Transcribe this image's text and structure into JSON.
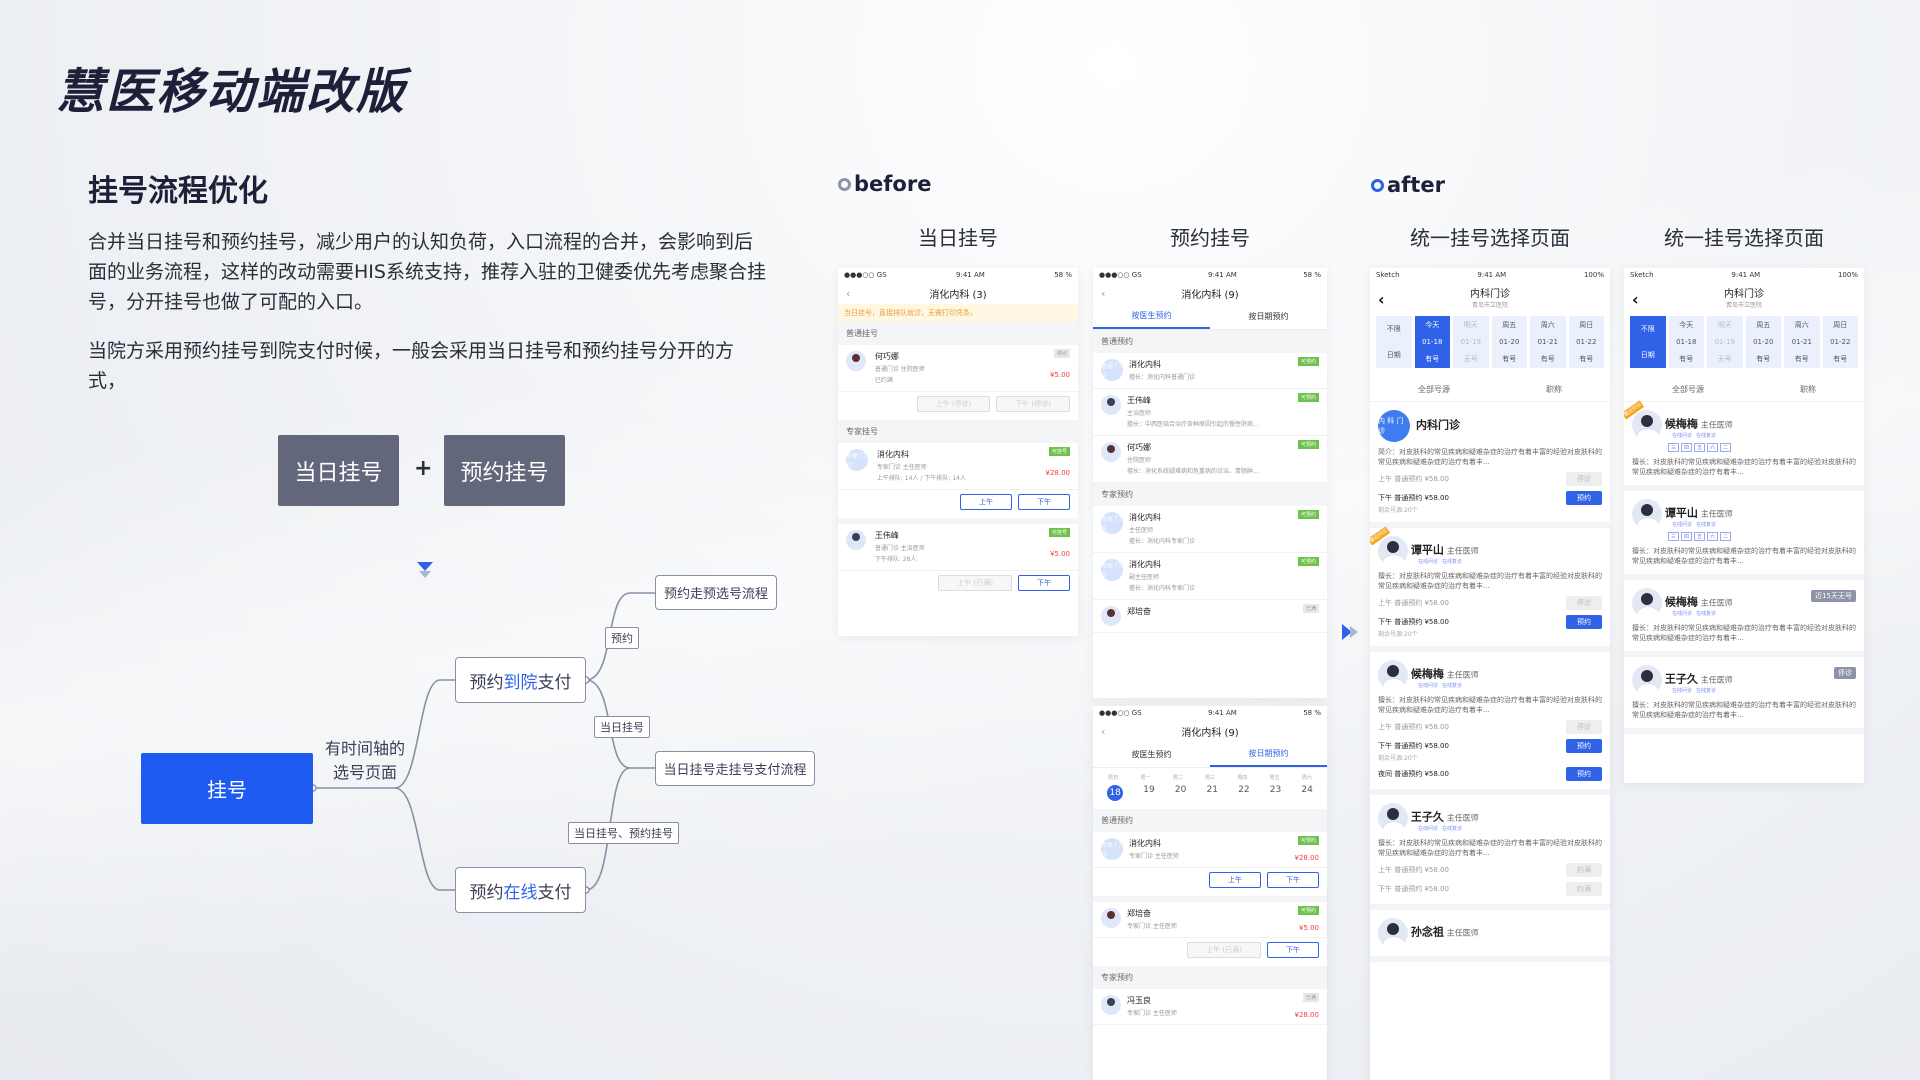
{
  "page": {
    "title": "慧医移动端改版",
    "section_title": "挂号流程优化",
    "para1": "合并当日挂号和预约挂号，减少用户的认知负荷，入口流程的合并，会影响到后面的业务流程，这样的改动需要HIS系统支持，推荐入驻的卫健委优先考虑聚合挂号，分开挂号也做了可配的入口。",
    "para2": "当院方采用预约挂号到院支付时候，一般会采用当日挂号和预约挂号分开的方式，"
  },
  "diagram": {
    "box_today": "当日挂号",
    "plus": "+",
    "box_appoint": "预约挂号",
    "root": "挂号",
    "timeline_label": "有时间轴的选号页面",
    "node_hospital_pre": "预约",
    "node_hospital_hl": "到院",
    "node_hospital_post": "支付",
    "node_online_pre": "预约",
    "node_online_hl": "在线",
    "node_online_post": "支付",
    "end_pre": "预约走预选号流程",
    "end_today": "当日挂号走挂号支付流程",
    "tag_appoint": "预约",
    "tag_today": "当日挂号",
    "tag_both": "当日挂号、预约挂号"
  },
  "before": {
    "label": "before",
    "col1": "当日挂号",
    "col2": "预约挂号"
  },
  "after": {
    "label": "after",
    "col1": "统一挂号选择页面",
    "col2": "统一挂号选择页面"
  },
  "phone1": {
    "time": "9:41 AM",
    "carrier": "●●●○○ GS",
    "battery": "58 %",
    "title": "消化内科 (3)",
    "warning": "当日挂号，直接排队就诊，无需打印凭条。",
    "sec1": "普通挂号",
    "sec2": "专家挂号",
    "r1": {
      "name": "何巧娜",
      "sub": "普通门诊 住院医师",
      "sub2": "已约满",
      "price": "¥5.00",
      "tag": "停诊",
      "b1": "上午 (停诊)",
      "b2": "下午 (停诊)"
    },
    "r2": {
      "name": "消化内科",
      "sub": "专家门诊 主任医师",
      "sub2": "上午排队: 14人 / 下午排队: 14人",
      "price": "¥28.00",
      "tag": "可挂号",
      "b1": "上午",
      "b2": "下午",
      "av": "专家 门诊"
    },
    "r3": {
      "name": "王伟峰",
      "sub": "普通门诊 主治医师",
      "sub2": "下午排队: 28人",
      "price": "¥5.00",
      "tag": "可挂号",
      "b1": "上午 (已满)",
      "b2": "下午"
    }
  },
  "phone2": {
    "time": "9:41 AM",
    "carrier": "●●●○○ GS",
    "battery": "58 %",
    "title": "消化内科 (9)",
    "tab1": "按医生预约",
    "tab2": "按日期预约",
    "sec1": "普通预约",
    "sec2": "专家预约",
    "rows": [
      {
        "name": "消化内科",
        "sub": "擅长：消化内科普通门诊",
        "tag": "可预约",
        "av": "普通 门诊"
      },
      {
        "name": "王伟峰",
        "sub": "主治医师",
        "sub2": "擅长：中西医结合治疗各种原因引起的慢性肝病...",
        "tag": "可预约"
      },
      {
        "name": "何巧娜",
        "sub": "住院医师",
        "sub2": "擅长：消化系统疑难病和危重病的诊治、胃肠肿...",
        "tag": "可预约"
      }
    ],
    "rows2": [
      {
        "name": "消化内科",
        "sub": "主任医师",
        "sub2": "擅长：消化内科专家门诊",
        "tag": "可预约",
        "av": "专家 门诊"
      },
      {
        "name": "消化内科",
        "sub": "副主任医师",
        "sub2": "擅长：消化内科专家门诊",
        "tag": "可预约",
        "av": "专家 门诊"
      },
      {
        "name": "郑培奋",
        "tag": "已满"
      }
    ]
  },
  "phone3": {
    "time": "9:41 AM",
    "carrier": "●●●○○ GS",
    "battery": "58 %",
    "title": "消化内科 (9)",
    "tab1": "按医生预约",
    "tab2": "按日期预约",
    "weekdays": [
      "周日",
      "周一",
      "周二",
      "周三",
      "周四",
      "周五",
      "周六"
    ],
    "days": [
      "18",
      "19",
      "20",
      "21",
      "22",
      "23",
      "24"
    ],
    "sec1": "普通预约",
    "sec2": "专家预约",
    "r1": {
      "name": "消化内科",
      "sub": "专家门诊 主任医师",
      "price": "¥28.00",
      "tag": "可预约",
      "b1": "上午",
      "b2": "下午",
      "av": "专家 门诊"
    },
    "r2": {
      "name": "郑培奋",
      "sub": "专家门诊 主任医师",
      "price": "¥5.00",
      "tag": "可预约",
      "b1": "上午 (已满)",
      "b2": "下午"
    },
    "r3": {
      "name": "冯玉良",
      "sub": "专家门诊 主任医师",
      "price": "¥28.00",
      "tag": "已满"
    }
  },
  "phone4": {
    "time": "9:41 AM",
    "carrier": "Sketch",
    "battery": "100%",
    "title": "内科门诊",
    "subtitle": "青岛市立医院",
    "dates": [
      {
        "a": "不限",
        "b": "日期"
      },
      {
        "a": "今天",
        "b": "01-18",
        "c": "有号"
      },
      {
        "a": "明天",
        "b": "01-19",
        "c": "无号"
      },
      {
        "a": "周五",
        "b": "01-20",
        "c": "有号"
      },
      {
        "a": "周六",
        "b": "01-21",
        "c": "有号"
      },
      {
        "a": "周日",
        "b": "01-22",
        "c": "有号"
      }
    ],
    "f1": "全部号源",
    "f2": "职称",
    "dept": {
      "name": "内科门诊",
      "av": "内 科 门 诊",
      "desc": "简介：对皮肤科的常见疾病和疑难杂症的治疗有着丰富的经验对皮肤科的常见疾病和疑难杂症的治疗有着丰...",
      "s1": "上午  普通预约   ¥58.00",
      "s1b": "停诊",
      "s2": "下午  普通预约   ¥58.00",
      "s2b": "预约",
      "remain": "剩余号源:20个"
    },
    "docs": [
      {
        "name": "谭平山",
        "title": "主任医师",
        "m1": "在线问诊",
        "m2": "在线复诊",
        "ribbon": "最近问诊",
        "desc": "擅长：对皮肤科的常见疾病和疑难杂症的治疗有着丰富的经验对皮肤科的常见疾病和疑难杂症的治疗有着丰...",
        "s1": "上午  普通预约   ¥58.00",
        "s1b": "停诊",
        "s2": "下午  普通预约   ¥58.00",
        "s2b": "预约",
        "remain": "剩余号源:20个"
      },
      {
        "name": "候梅梅",
        "title": "主任医师",
        "m1": "在线问诊",
        "m2": "在线复诊",
        "desc": "擅长：对皮肤科的常见疾病和疑难杂症的治疗有着丰富的经验对皮肤科的常见疾病和疑难杂症的治疗有着丰...",
        "s1": "上午  普通预约   ¥58.00",
        "s1b": "停诊",
        "s2": "下午  普通预约   ¥58.00",
        "s2b": "预约",
        "s3": "夜间  普通预约   ¥58.00",
        "s3b": "预约",
        "remain": "剩余号源:20个"
      },
      {
        "name": "王子久",
        "title": "主任医师",
        "m1": "在线问诊",
        "m2": "在线复诊",
        "desc": "擅长：对皮肤科的常见疾病和疑难杂症的治疗有着丰富的经验对皮肤科的常见疾病和疑难杂症的治疗有着丰...",
        "s1": "上午  普通预约   ¥58.00",
        "s1b": "约满",
        "s2": "下午  普通预约   ¥58.00",
        "s2b": "约满"
      },
      {
        "name": "孙念祖",
        "title": "主任医师"
      }
    ]
  },
  "phone5": {
    "time": "9:41 AM",
    "carrier": "Sketch",
    "battery": "100%",
    "title": "内科门诊",
    "subtitle": "青岛市立医院",
    "dates": [
      {
        "a": "不限",
        "b": "日期"
      },
      {
        "a": "今天",
        "b": "01-18",
        "c": "有号"
      },
      {
        "a": "明天",
        "b": "01-19",
        "c": "无号"
      },
      {
        "a": "周五",
        "b": "01-20",
        "c": "有号"
      },
      {
        "a": "周六",
        "b": "01-21",
        "c": "有号"
      },
      {
        "a": "周日",
        "b": "01-22",
        "c": "有号"
      }
    ],
    "f1": "全部号源",
    "f2": "职称",
    "week": [
      "三",
      "四",
      "五",
      "六",
      "二"
    ],
    "docs": [
      {
        "name": "候梅梅",
        "title": "主任医师",
        "m1": "在线问诊",
        "m2": "在线复诊",
        "ribbon": "最近问诊",
        "desc": "擅长：对皮肤科的常见疾病和疑难杂症的治疗有着丰富的经验对皮肤科的常见疾病和疑难杂症的治疗有着丰..."
      },
      {
        "name": "谭平山",
        "title": "主任医师",
        "m1": "在线问诊",
        "m2": "在线复诊",
        "desc": "擅长：对皮肤科的常见疾病和疑难杂症的治疗有着丰富的经验对皮肤科的常见疾病和疑难杂症的治疗有着丰..."
      },
      {
        "name": "候梅梅",
        "title": "主任医师",
        "m1": "在线问诊",
        "m2": "在线复诊",
        "stat": "近15天无号",
        "desc": "擅长：对皮肤科的常见疾病和疑难杂症的治疗有着丰富的经验对皮肤科的常见疾病和疑难杂症的治疗有着丰..."
      },
      {
        "name": "王子久",
        "title": "主任医师",
        "m1": "在线问诊",
        "m2": "在线复诊",
        "stat": "停诊",
        "desc": "擅长：对皮肤科的常见疾病和疑难杂症的治疗有着丰富的经验对皮肤科的常见疾病和疑难杂症的治疗有着丰..."
      }
    ]
  },
  "colors": {
    "accent": "#2f62e6",
    "gray_box": "#63677c",
    "title": "#1d2038"
  }
}
